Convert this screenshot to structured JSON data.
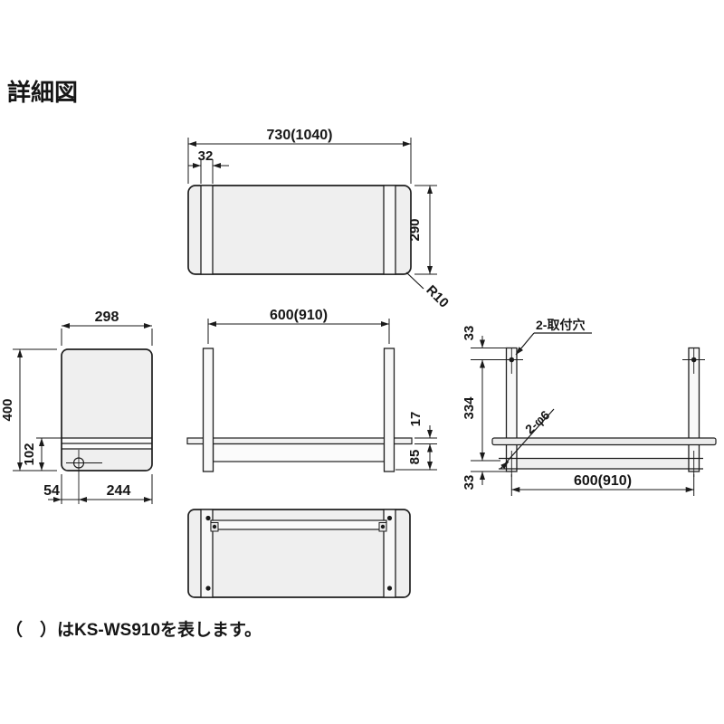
{
  "title": "詳細図",
  "note": "（　）はKS-WS910を表します。",
  "colors": {
    "line": "#1a1a1a",
    "panel_fill": "#efefef",
    "background": "#ffffff"
  },
  "views": {
    "top": {
      "width": "730(1040)",
      "bracket_offset": "32",
      "depth": "290",
      "corner_radius": "R10"
    },
    "side": {
      "width": "298",
      "height": "400",
      "shelf_drop": "102",
      "front_gap": "54",
      "hub_offset": "244"
    },
    "front": {
      "bracket_pitch": "600(910)",
      "shelf_thickness": "17",
      "apron_height": "85"
    },
    "rear": {
      "top_to_hole": "33",
      "hole_pitch_vertical": "334",
      "hole_to_bottom": "33",
      "bracket_pitch": "600(910)",
      "mount_hole_label": "2-取付穴",
      "hole_diameter_label": "2-φ6"
    }
  }
}
